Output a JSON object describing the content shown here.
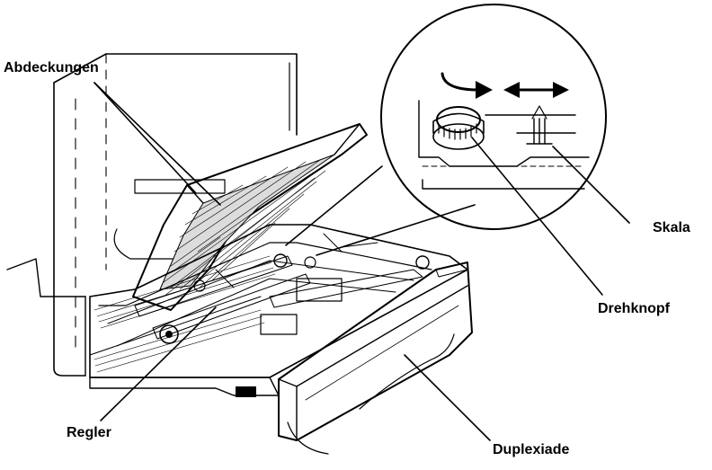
{
  "labels": {
    "covers": "Abdeckungen",
    "scale": "Skala",
    "knob": "Drehknopf",
    "regulator": "Regler",
    "duplex": "Duplexiade"
  },
  "icons": {
    "rotation": "rotate-arrow-icon",
    "slide": "double-arrow-icon"
  },
  "colors": {
    "ink": "#000000",
    "background": "#ffffff"
  }
}
